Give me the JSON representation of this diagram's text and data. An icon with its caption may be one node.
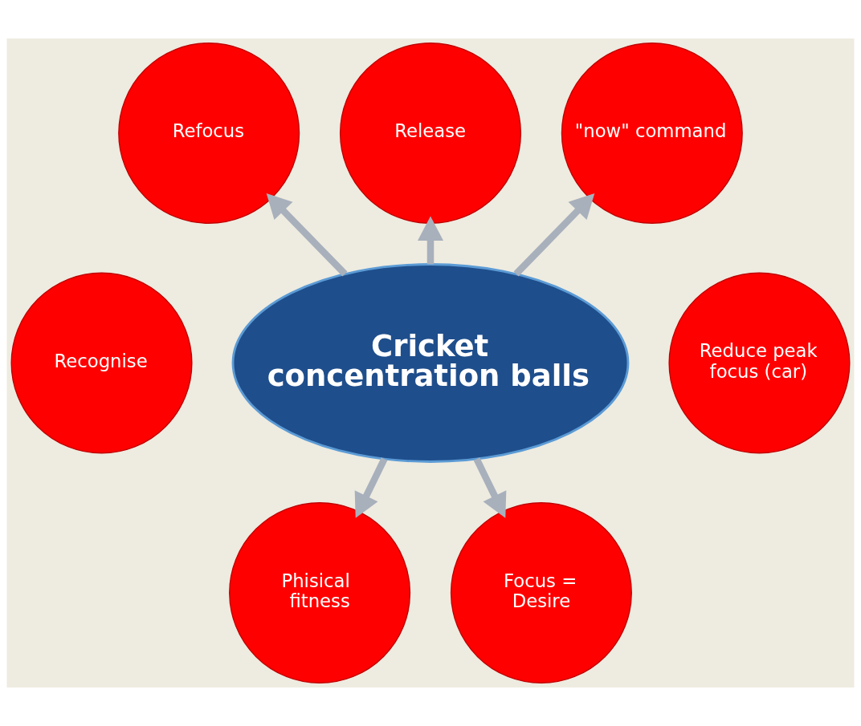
{
  "diagram": {
    "nodes": [
      {
        "text": [
          "Refocus"
        ]
      },
      {
        "text": [
          "Release"
        ]
      },
      {
        "text": [
          "\"now\" command"
        ]
      },
      {
        "text": [
          "Recognise"
        ]
      },
      {
        "text": [
          "Cricket concentration balls"
        ]
      },
      {
        "text": [
          "Reduce peak focus (car)"
        ]
      },
      {
        "text": [
          "Phisical  fitness"
        ]
      },
      {
        "text": [
          "Focus = Desire"
        ]
      }
    ],
    "edges": [
      {
        "from": 4,
        "to": 0,
        "arrow": "to"
      },
      {
        "from": 4,
        "to": 1,
        "arrow": "to"
      },
      {
        "from": 4,
        "to": 2,
        "arrow": "to"
      },
      {
        "from": 4,
        "to": 6,
        "arrow": "to"
      },
      {
        "from": 4,
        "to": 7,
        "arrow": "to"
      }
    ]
  }
}
